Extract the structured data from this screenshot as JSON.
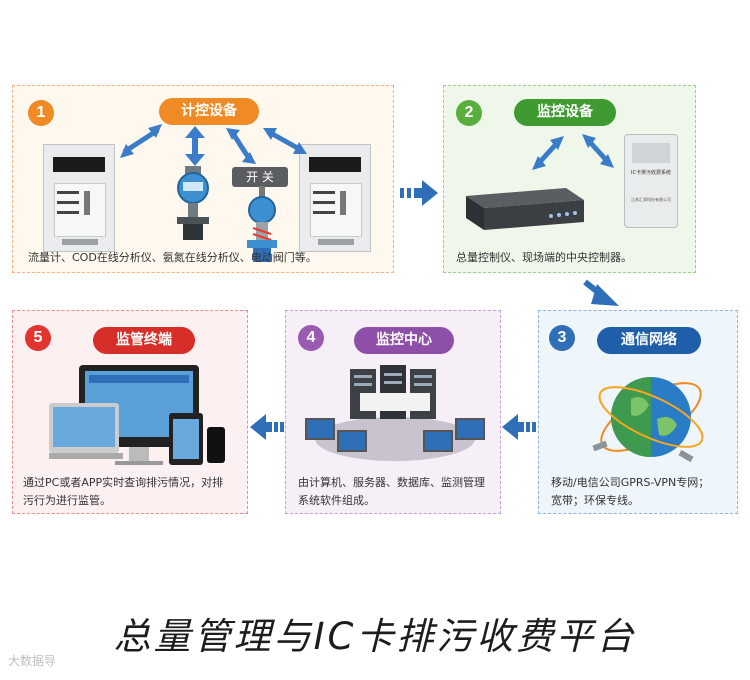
{
  "steps": [
    {
      "num": "1",
      "label": "计控设备",
      "desc": "流量计、COD在线分析仪、氨氮在线分析仪、电动阀门等。"
    },
    {
      "num": "2",
      "label": "监控设备",
      "desc": "总量控制仪、现场端的中央控制器。"
    },
    {
      "num": "3",
      "label": "通信网络",
      "desc1": "移动/电信公司GPRS-VPN专网；",
      "desc2": "宽带；环保专线。"
    },
    {
      "num": "4",
      "label": "监控中心",
      "desc1": "由计算机、服务器、数据库、监测管理",
      "desc2": "系统软件组成。"
    },
    {
      "num": "5",
      "label": "监管终端",
      "desc1": "通过PC或者APP实时查询排污情况，对排",
      "desc2": "污行为进行监管。"
    }
  ],
  "valve_sign": "开 关",
  "device_label": {
    "top": "IC卡排污收费系统",
    "bottom": "江苏汇邦科技有限公司"
  },
  "title": "总量管理与IC卡排污收费平台",
  "watermark": "大数据导",
  "colors": {
    "orange": "#f08a24",
    "green": "#5aae3c",
    "blue": "#2f6fb7",
    "purple": "#9a5ab0",
    "red": "#e3352f"
  }
}
